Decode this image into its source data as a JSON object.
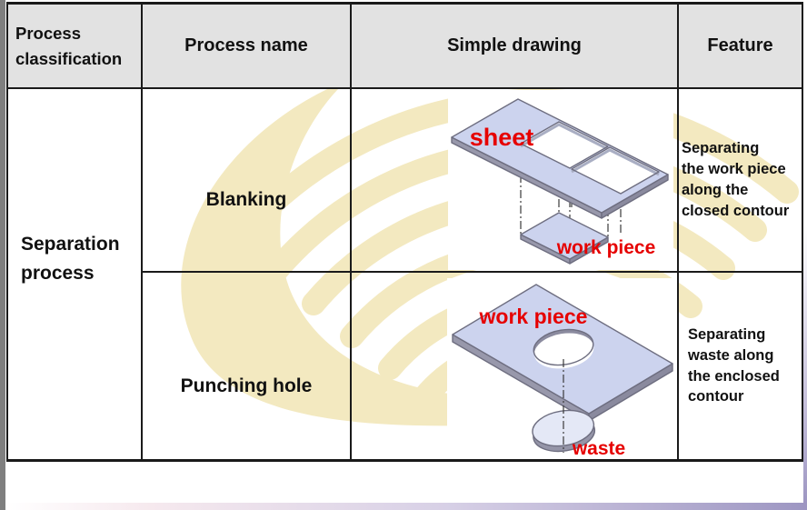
{
  "columns": [
    "Process classification",
    "Process name",
    "Simple drawing",
    "Feature"
  ],
  "classification": "Separation process",
  "blanking": {
    "name": "Blanking",
    "labels": {
      "sheet": "sheet",
      "work_piece": "work piece"
    },
    "feature_lines": [
      "Separating",
      "the work piece",
      "along the",
      "closed contour"
    ]
  },
  "punching": {
    "name": "Punching hole",
    "labels": {
      "work_piece": "work piece",
      "waste": "waste"
    },
    "feature_lines": [
      "Separating",
      "waste along",
      "the enclosed",
      "contour"
    ]
  },
  "colors": {
    "label_red": "#e60000",
    "watermark_yellow": "#f3e9c0",
    "plate_fill": "#ccd3ee",
    "plate_edge": "#6e6e80",
    "header_bg": "#e2e2e2",
    "table_border": "#1a1a1a",
    "side_strip_gray": "#7f7f7f",
    "bottom_bar_left": "#f6e9ee",
    "bottom_bar_right": "#9d96c2"
  }
}
